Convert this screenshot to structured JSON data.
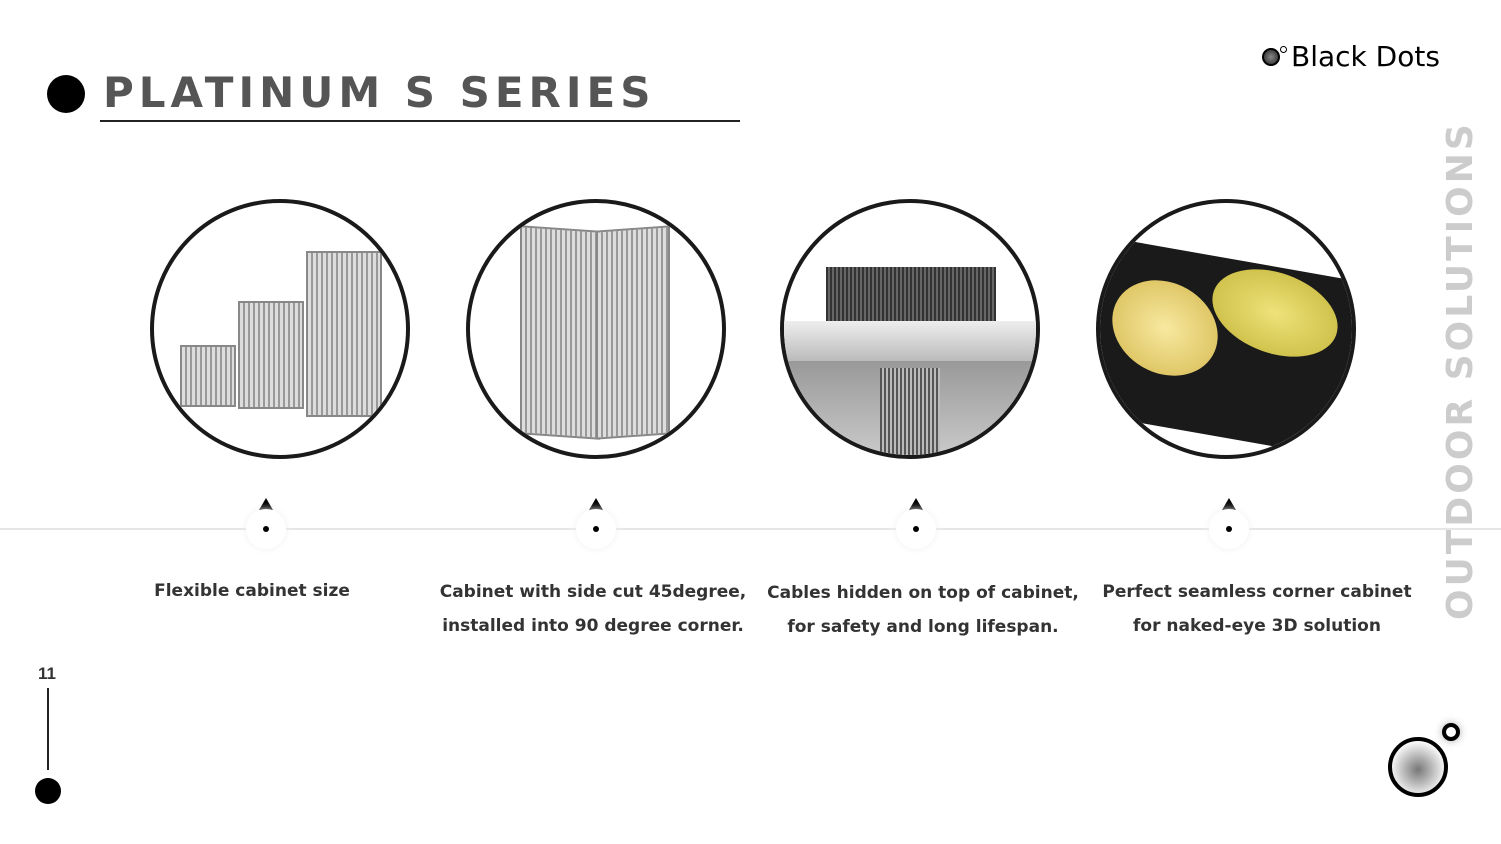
{
  "header": {
    "title": "PLATINUM S SERIES",
    "logo_text": "Black Dots"
  },
  "side_label": "OUTDOOR SOLUTIONS",
  "page_number": "11",
  "features": [
    {
      "image": "cabinet-sizes-image",
      "lines": [
        "Flexible cabinet size"
      ]
    },
    {
      "image": "corner-cabinet-image",
      "lines": [
        "Cabinet with side cut 45degree,",
        "installed into 90 degree corner."
      ]
    },
    {
      "image": "cable-cabinet-image",
      "lines": [
        "Cables hidden on top of cabinet,",
        "for safety and long lifespan."
      ]
    },
    {
      "image": "3d-lemon-image",
      "lines": [
        "Perfect seamless corner cabinet",
        "for naked-eye 3D solution"
      ]
    }
  ]
}
